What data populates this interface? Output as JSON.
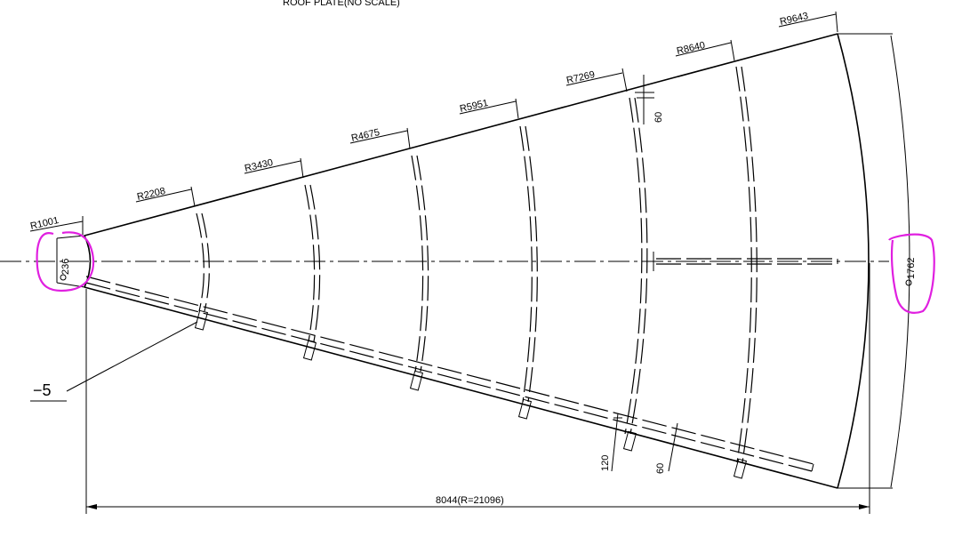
{
  "title": "ROOF PLATE(NO SCALE)",
  "radius_labels": [
    {
      "text": "R1001"
    },
    {
      "text": "R2208"
    },
    {
      "text": "R3430"
    },
    {
      "text": "R4675"
    },
    {
      "text": "R5951"
    },
    {
      "text": "R7269"
    },
    {
      "text": "R8640"
    },
    {
      "text": "R9643"
    }
  ],
  "inner_chord": "236",
  "outer_chord": "1762",
  "thickness_label": "−5",
  "dim_60_top": "60",
  "dim_120": "120",
  "dim_60_bottom": "60",
  "overall_length": "8044(R=21096)",
  "highlight_color": "#e020e0"
}
